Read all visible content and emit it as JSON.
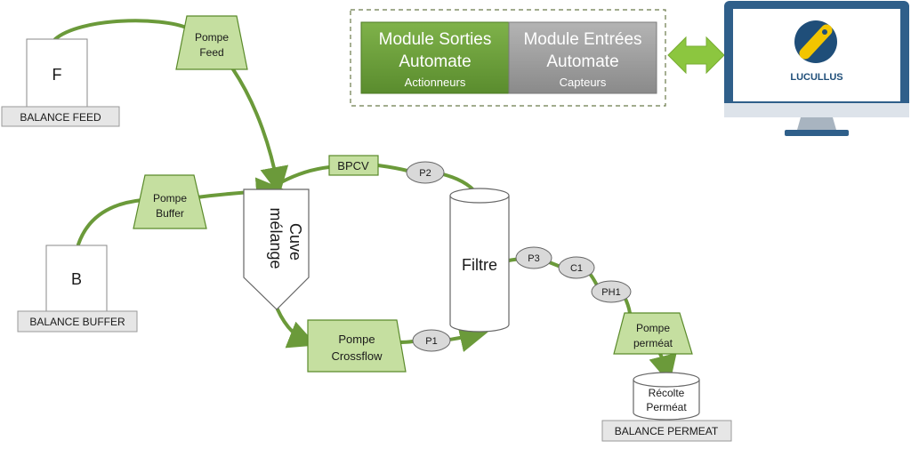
{
  "colors": {
    "green_line": "#6b9a3a",
    "green_fill": "#c5dfa0",
    "green_stroke": "#5a8a2a",
    "module_out": "#6a9e3a",
    "module_in": "#9a9a9a",
    "screen_bezel": "#2f5f8a",
    "screen_bg": "#ffffff",
    "arrow_green": "#8cc63f",
    "sensor_fill": "#d9d9d9",
    "label_fill": "#e6e6e6"
  },
  "modules": {
    "sorties": {
      "title_1": "Module Sorties",
      "title_2": "Automate",
      "subtitle": "Actionneurs"
    },
    "entrees": {
      "title_1": "Module Entrées",
      "title_2": "Automate",
      "subtitle": "Capteurs"
    }
  },
  "monitor": {
    "logo_text": "LUCULLUS"
  },
  "balances": {
    "feed": {
      "box_label": "F",
      "caption": "BALANCE FEED"
    },
    "buffer": {
      "box_label": "B",
      "caption": "BALANCE BUFFER"
    },
    "permeat": {
      "caption": "BALANCE PERMEAT"
    }
  },
  "pumps": {
    "feed": {
      "line1": "Pompe",
      "line2": "Feed"
    },
    "buffer": {
      "line1": "Pompe",
      "line2": "Buffer"
    },
    "crossflow": {
      "line1": "Pompe",
      "line2": "Crossflow"
    },
    "permeat": {
      "line1": "Pompe",
      "line2": "perméat"
    }
  },
  "cuve": {
    "line1": "Cuve",
    "line2": "mélange"
  },
  "bpcv": {
    "label": "BPCV"
  },
  "filtre": {
    "label": "Filtre"
  },
  "recolte": {
    "line1": "Récolte",
    "line2": "Perméat"
  },
  "sensors": {
    "p1": "P1",
    "p2": "P2",
    "p3": "P3",
    "c1": "C1",
    "ph1": "PH1"
  }
}
